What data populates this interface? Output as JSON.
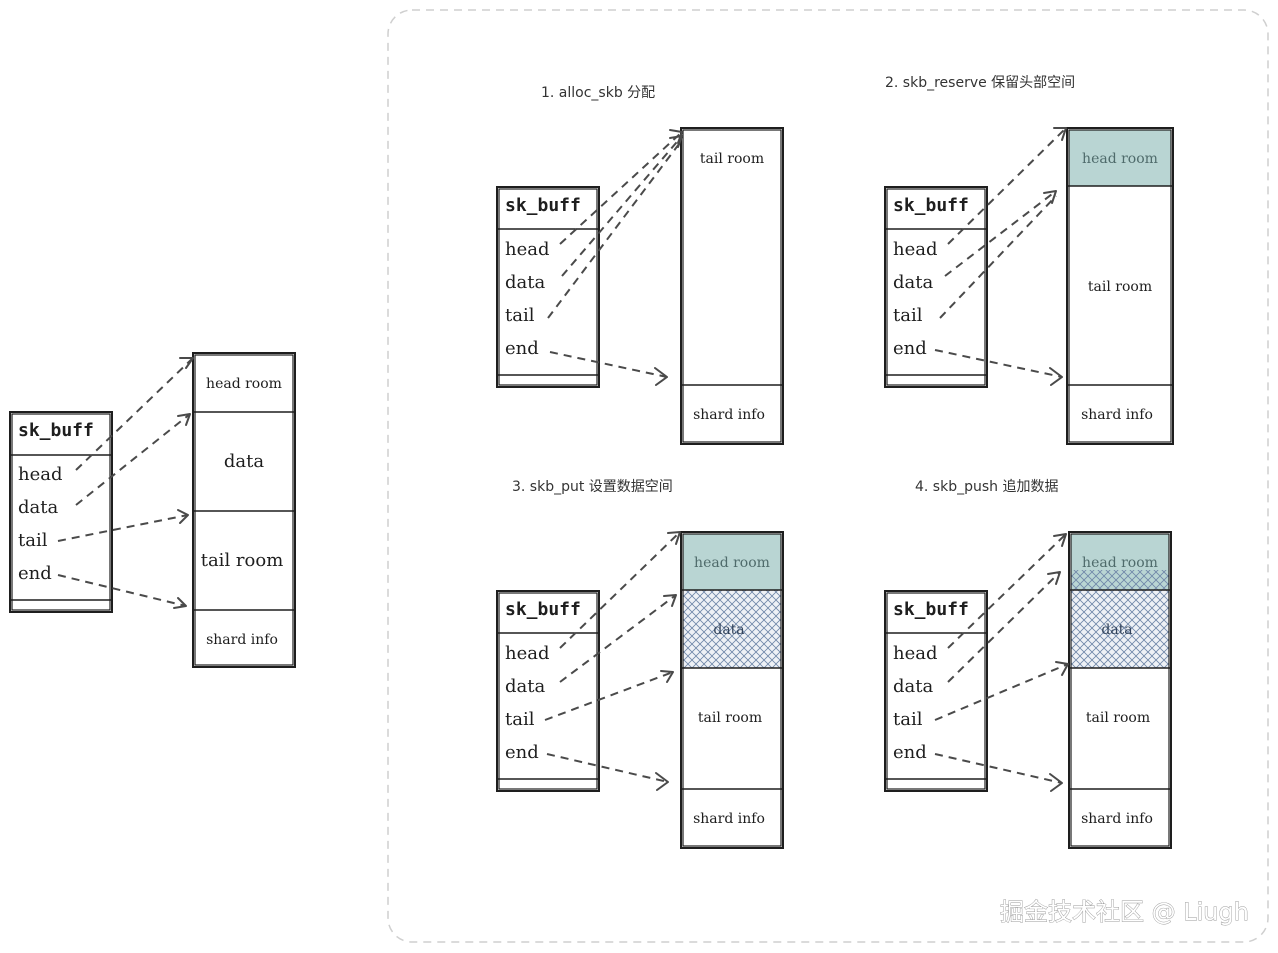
{
  "watermark": "掘金技术社区 @ Liugh",
  "colors": {
    "stroke": "#1e1e1e",
    "arrow": "#4a4a4a",
    "head_room_fill": "#b9d5d3",
    "data_hatch": "#6e86a8",
    "frame": "#cfcfcf"
  },
  "overview": {
    "struct": {
      "title": "sk_buff",
      "fields": [
        "head",
        "data",
        "tail",
        "end"
      ]
    },
    "buffer": {
      "regions": [
        "head room",
        "data",
        "tail room",
        "shard info"
      ]
    }
  },
  "steps": [
    {
      "title": "1. alloc_skb 分配",
      "struct": {
        "title": "sk_buff",
        "fields": [
          "head",
          "data",
          "tail",
          "end"
        ]
      },
      "buffer": {
        "regions": [
          "tail room",
          "shard info"
        ]
      }
    },
    {
      "title": "2. skb_reserve 保留头部空间",
      "struct": {
        "title": "sk_buff",
        "fields": [
          "head",
          "data",
          "tail",
          "end"
        ]
      },
      "buffer": {
        "regions": [
          "head room",
          "tail room",
          "shard info"
        ]
      }
    },
    {
      "title": "3. skb_put 设置数据空间",
      "struct": {
        "title": "sk_buff",
        "fields": [
          "head",
          "data",
          "tail",
          "end"
        ]
      },
      "buffer": {
        "regions": [
          "head room",
          "data",
          "tail room",
          "shard info"
        ]
      }
    },
    {
      "title": "4. skb_push 追加数据",
      "struct": {
        "title": "sk_buff",
        "fields": [
          "head",
          "data",
          "tail",
          "end"
        ]
      },
      "buffer": {
        "regions": [
          "head room",
          "data",
          "tail room",
          "shard info"
        ]
      }
    }
  ]
}
